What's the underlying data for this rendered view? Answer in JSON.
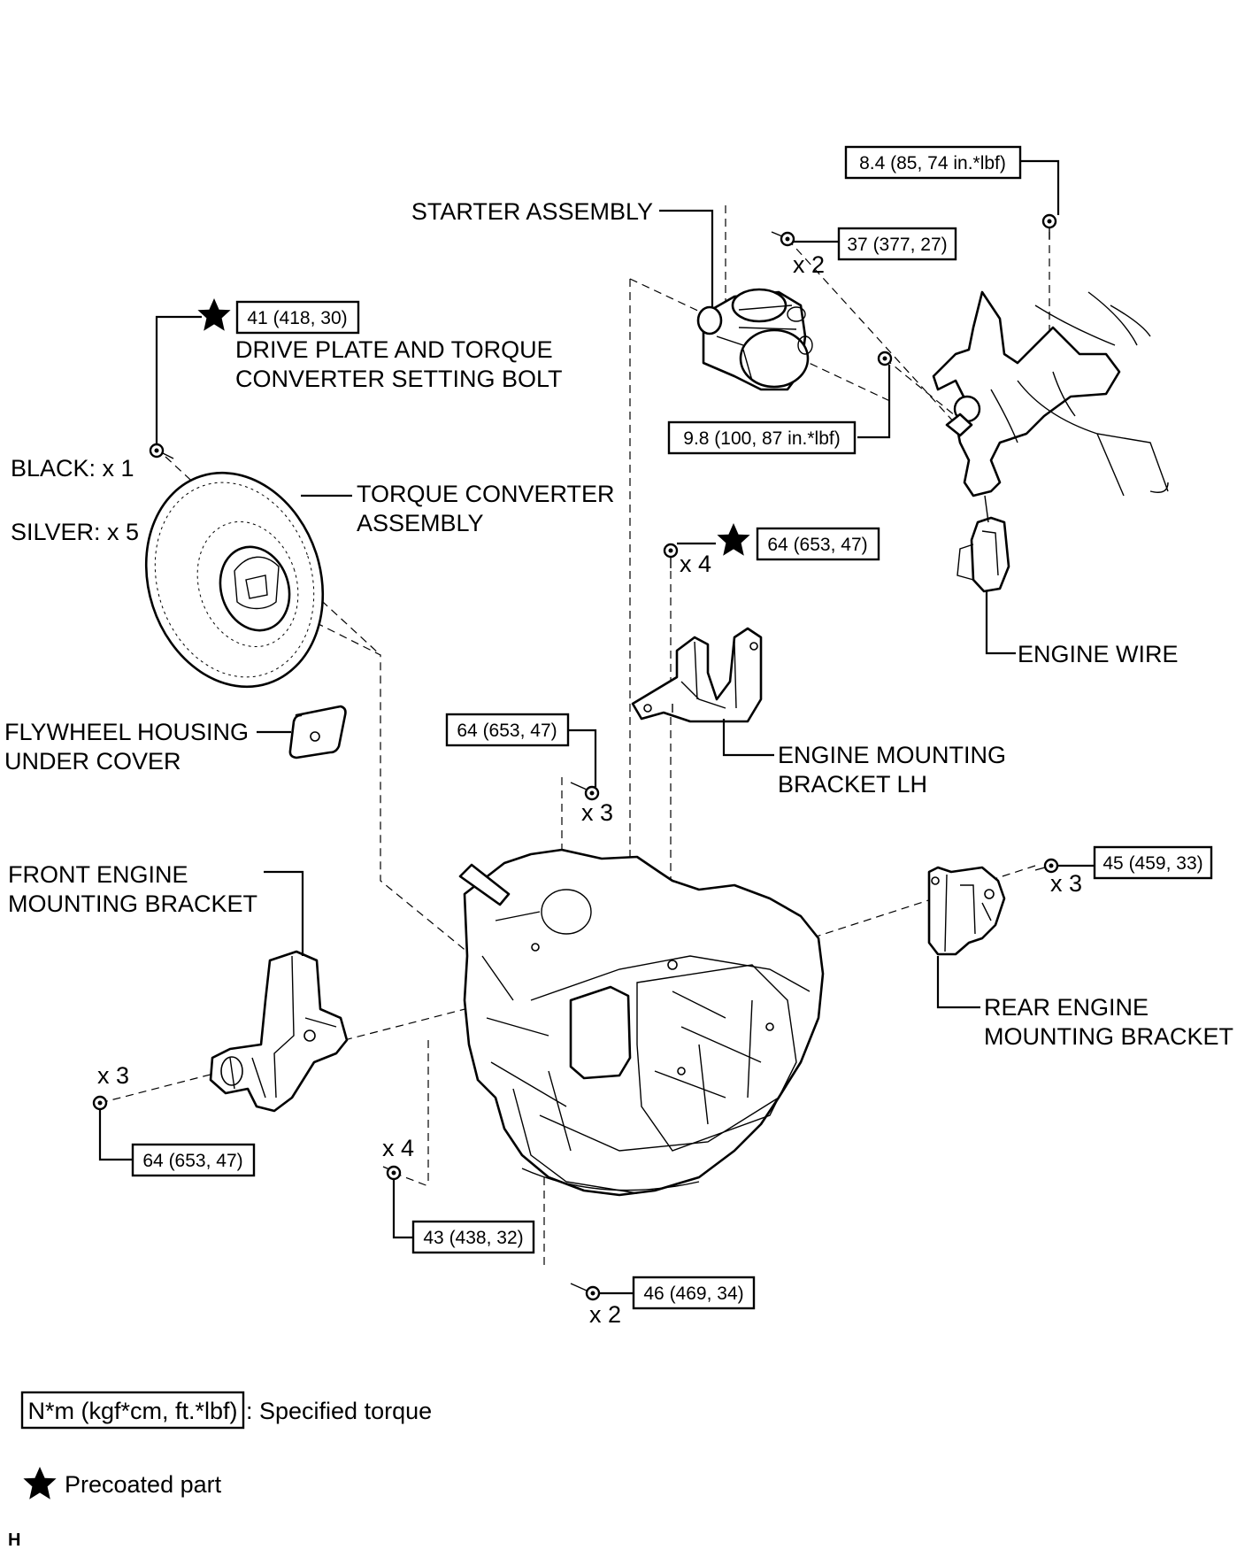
{
  "labels": {
    "starter_assembly": "STARTER ASSEMBLY",
    "drive_plate_line1": "DRIVE PLATE AND TORQUE",
    "drive_plate_line2": "CONVERTER SETTING BOLT",
    "black_count": "BLACK: x 1",
    "silver_count": "SILVER: x 5",
    "torque_converter_line1": "TORQUE CONVERTER",
    "torque_converter_line2": "ASSEMBLY",
    "engine_wire": "ENGINE WIRE",
    "flywheel_line1": "FLYWHEEL HOUSING",
    "flywheel_line2": "UNDER COVER",
    "engine_mount_lh_line1": "ENGINE MOUNTING",
    "engine_mount_lh_line2": "BRACKET LH",
    "front_mount_line1": "FRONT ENGINE",
    "front_mount_line2": "MOUNTING BRACKET",
    "rear_mount_line1": "REAR ENGINE",
    "rear_mount_line2": "MOUNTING BRACKET"
  },
  "torques": {
    "wire_bolt": "8.4 (85, 74 in.*lbf)",
    "starter_bolt": "37 (377, 27)",
    "drive_plate_bolt": "41 (418, 30)",
    "starter_nut": "9.8 (100, 87 in.*lbf)",
    "mount_lh_top": "64 (653, 47)",
    "mount_lh_side": "64 (653, 47)",
    "rear_mount": "45 (459, 33)",
    "front_mount": "64 (653, 47)",
    "lower_left": "43 (438, 32)",
    "lower_right": "46 (469, 34)"
  },
  "counts": {
    "starter_bolts": "x 2",
    "mount_lh_top": "x 4",
    "mount_lh_side": "x 3",
    "rear_mount": "x 3",
    "front_mount": "x 3",
    "lower_left": "x 4",
    "lower_right": "x 2"
  },
  "legend": {
    "torque_unit": "N*m (kgf*cm, ft.*lbf)",
    "torque_desc": ": Specified torque",
    "precoated": "Precoated part"
  },
  "figure_code": "H",
  "icons": {
    "precoat": "star-icon",
    "fastener": "bolt-icon"
  }
}
